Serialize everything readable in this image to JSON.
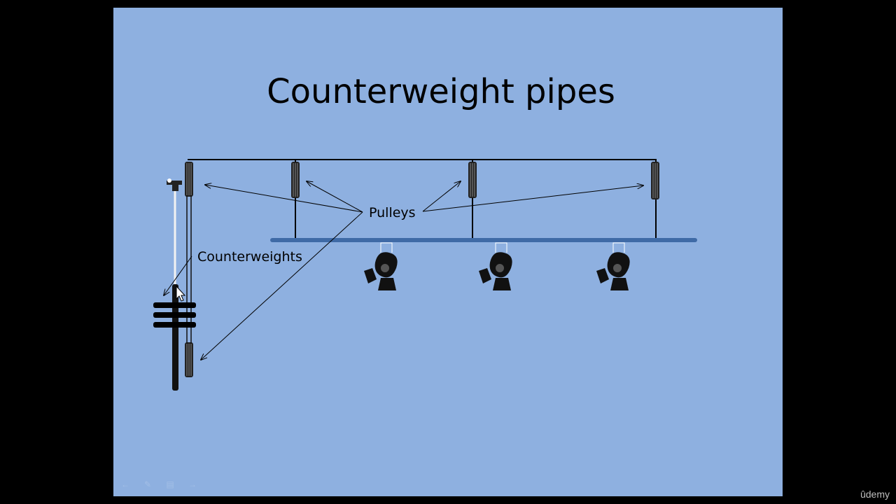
{
  "slide": {
    "title": "Counterweight pipes",
    "background_color": "#8eb0e0"
  },
  "labels": {
    "pulleys": "Pulleys",
    "counterweights": "Counterweights"
  },
  "toolbar": {
    "icons": [
      "prev-arrow-icon",
      "pen-icon",
      "slides-icon",
      "next-arrow-icon"
    ]
  },
  "watermark": {
    "text": "ûdemy"
  }
}
